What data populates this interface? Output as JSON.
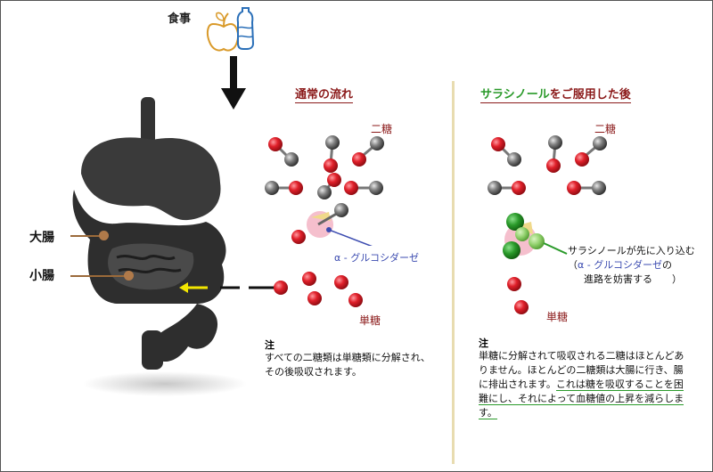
{
  "top": {
    "meal_label": "食事"
  },
  "organs": {
    "large_intestine": "大腸",
    "small_intestine": "小腸"
  },
  "left_panel": {
    "title": "通常の流れ",
    "disaccharide_label": "二糖",
    "enzyme_label": "α - グルコシダーゼ",
    "monosaccharide_label": "単糖",
    "note_title": "注",
    "note_lines": [
      "すべての二糖類は単糖類に分解され、",
      "その後吸収されます。"
    ]
  },
  "right_panel": {
    "title_green": "サラシノール",
    "title_rest": "をご服用した後",
    "disaccharide_label": "二糖",
    "salacinol_line1": "サラシノールが先に入り込む",
    "salacinol_line2_open": "（",
    "salacinol_line2_enzyme": "α - グルコシダーゼ",
    "salacinol_line2_close": "の",
    "salacinol_line3": "進路を妨害する　　）",
    "monosaccharide_label": "単糖",
    "note_title": "注",
    "note_part1": "単糖に分解されて吸収される二糖はほとんどありません。ほとんどの二糖類は大腸に行き、腸に排出されます。",
    "note_part2": "これは糖を吸収することを困難にし、それによって血糖値の上昇を減らします。"
  },
  "colors": {
    "red_atom": "#e0202a",
    "grey_atom": "#6a6a6a",
    "heading": "#8b1a1a",
    "green": "#2a9a2a",
    "enzyme_blue": "#3b4bb0",
    "divider": "#e8dcb0"
  }
}
